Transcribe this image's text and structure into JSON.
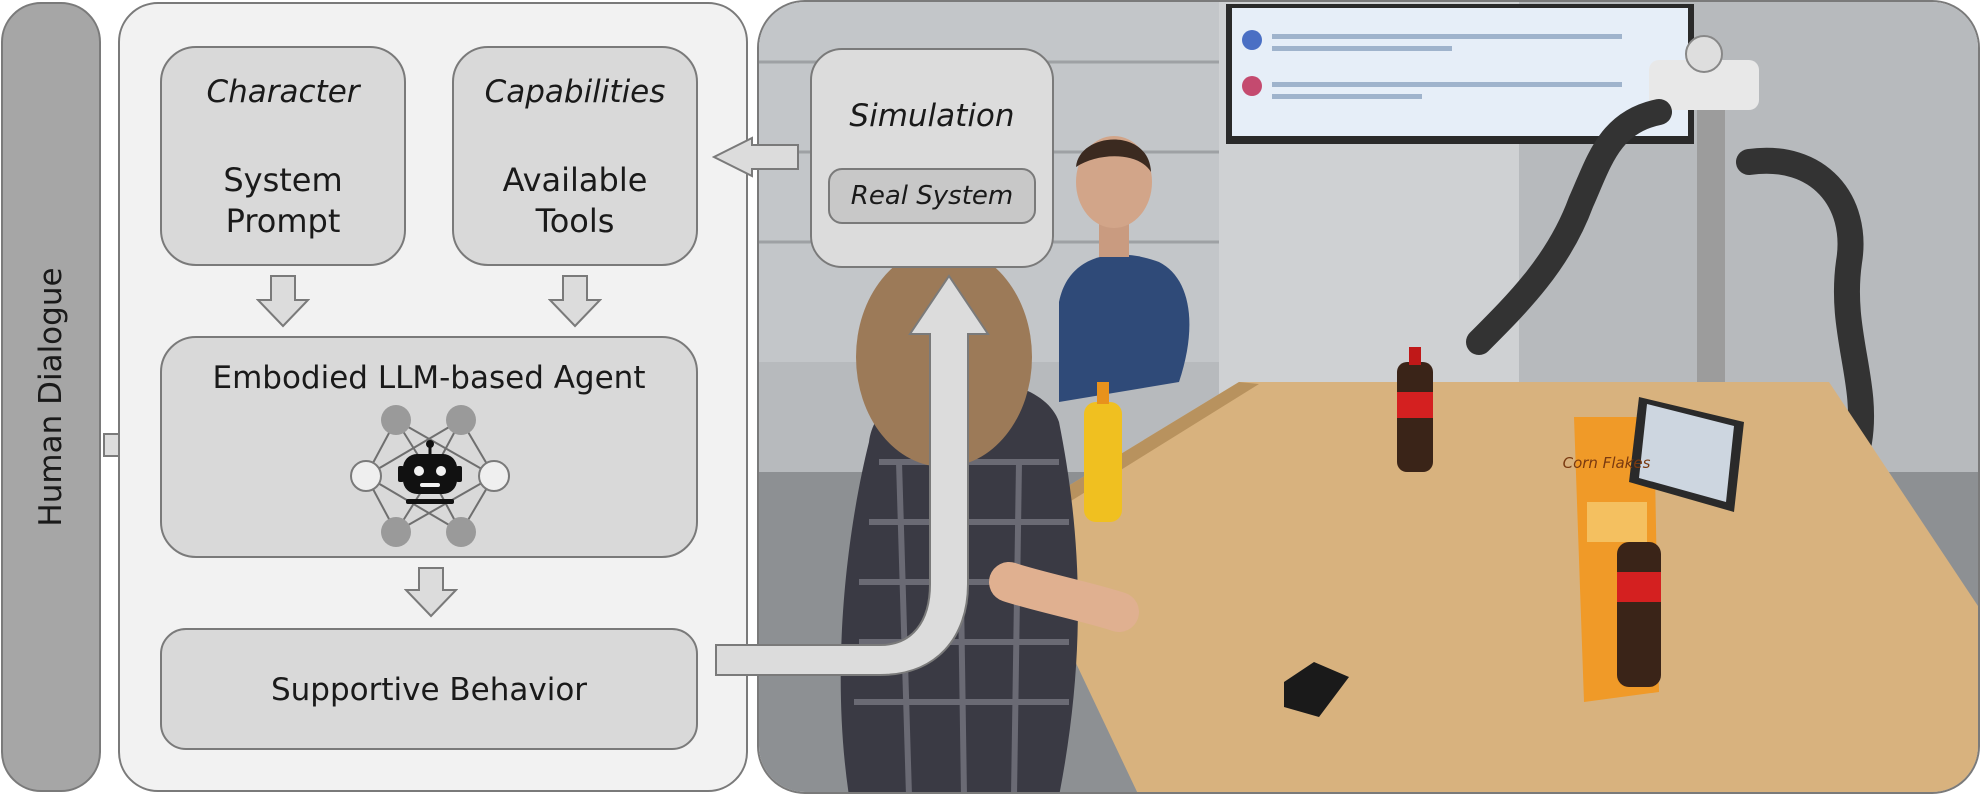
{
  "dialogue": {
    "label": "Human Dialogue"
  },
  "character": {
    "title": "Character",
    "line1": "System",
    "line2": "Prompt"
  },
  "capabilities": {
    "title": "Capabilities",
    "line1": "Available",
    "line2": "Tools"
  },
  "agent": {
    "title": "Embodied LLM-based Agent",
    "icon": "robot-network-icon"
  },
  "behavior": {
    "label": "Supportive Behavior"
  },
  "simulation": {
    "title": "Simulation",
    "real": "Real System"
  },
  "photo": {
    "box_label": "Corn Flakes",
    "colors": {
      "table": "#d8b27e",
      "wall": "#b9bcbf",
      "floor": "#8a8d90",
      "screen": "#e6eef8"
    }
  },
  "colors": {
    "box_fill": "#d9d9d9",
    "panel_fill": "#f2f2f2",
    "bar_fill": "#a6a6a6",
    "arrow_fill": "#dcdcdc",
    "border": "#7a7a7a"
  }
}
